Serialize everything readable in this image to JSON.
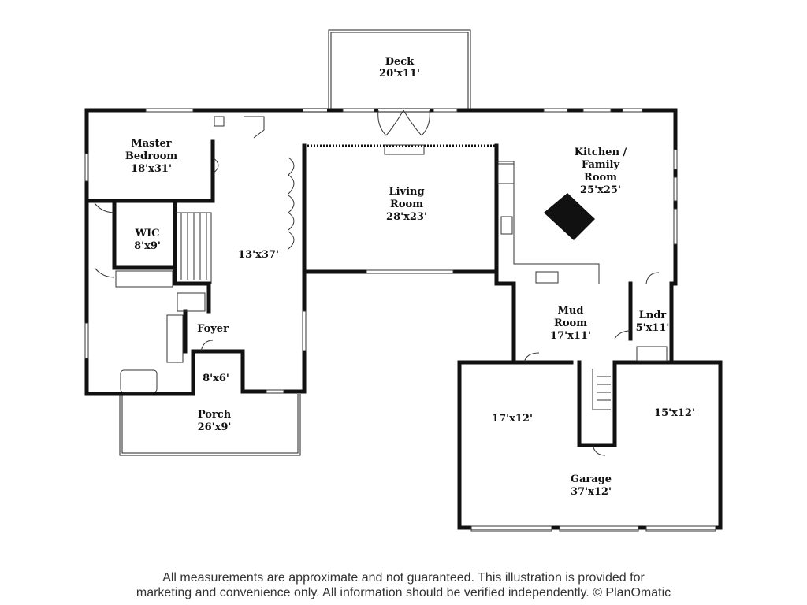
{
  "rooms": {
    "deck": {
      "name": "Deck",
      "size": "20'x11'"
    },
    "master_bedroom": {
      "name_line1": "Master",
      "name_line2": "Bedroom",
      "size": "18'x31'"
    },
    "wic": {
      "name": "WIC",
      "size": "8'x9'"
    },
    "hall": {
      "size": "13'x37'"
    },
    "living_room": {
      "name_line1": "Living",
      "name_line2": "Room",
      "size": "28'x23'"
    },
    "kitchen_family": {
      "name_line1": "Kitchen /",
      "name_line2": "Family",
      "name_line3": "Room",
      "size": "25'x25'"
    },
    "foyer": {
      "name": "Foyer",
      "size": "8'x6'"
    },
    "porch": {
      "name": "Porch",
      "size": "26'x9'"
    },
    "mud_room": {
      "name_line1": "Mud",
      "name_line2": "Room",
      "size": "17'x11'"
    },
    "laundry": {
      "name": "Lndr",
      "size": "5'x11'"
    },
    "garage_left": {
      "size": "17'x12'"
    },
    "garage_right": {
      "size": "15'x12'"
    },
    "garage": {
      "name": "Garage",
      "size": "37'x12'"
    }
  },
  "disclaimer": {
    "line1": "All measurements are approximate and not guaranteed. This illustration is provided for",
    "line2": "marketing and convenience only. All information should be verified independently. © PlanOmatic"
  }
}
